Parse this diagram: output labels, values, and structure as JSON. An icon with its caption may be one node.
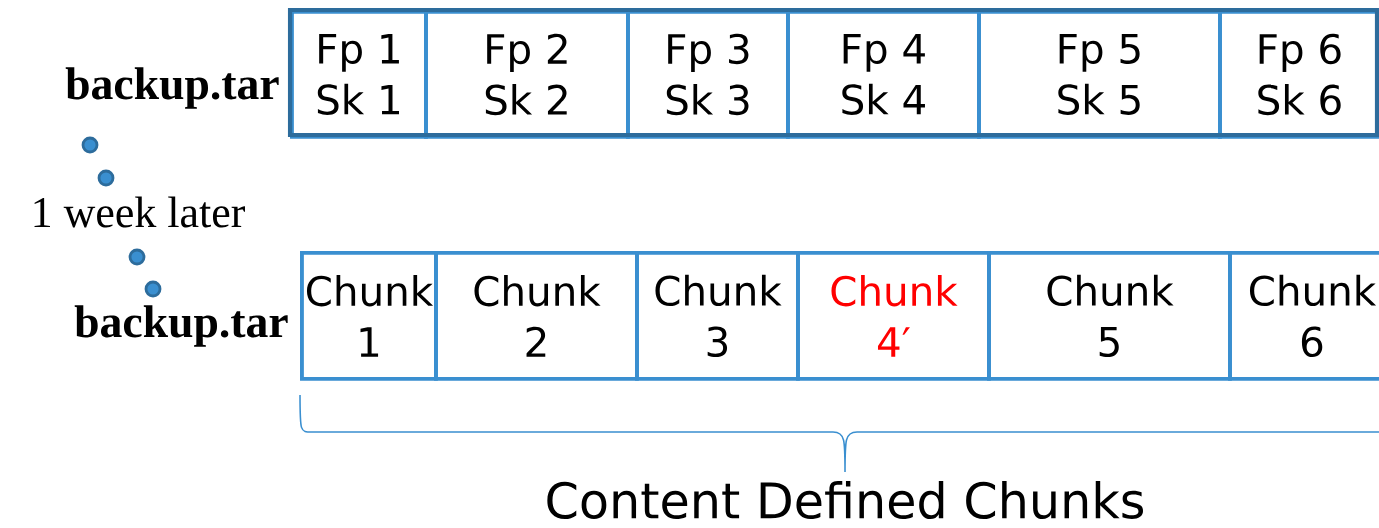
{
  "diagram": {
    "nodes": [
      {
        "text": [
          "Fp 1",
          "Sk 1"
        ]
      },
      {
        "text": [
          "Fp 2",
          "Sk 2"
        ]
      },
      {
        "text": [
          "Fp 3",
          "Sk 3"
        ]
      },
      {
        "text": [
          "Fp 4",
          "Sk 4"
        ]
      },
      {
        "text": [
          "Fp 5",
          "Sk 5"
        ]
      },
      {
        "text": [
          "Fp 6",
          "Sk 6"
        ]
      },
      {
        "text": [
          "Chunk 1"
        ]
      },
      {
        "text": [
          "Chunk 2"
        ]
      },
      {
        "text": [
          "Chunk 3"
        ]
      },
      {
        "text": [
          "Chunk 4′"
        ]
      },
      {
        "text": [
          "Chunk 5"
        ]
      },
      {
        "text": [
          "Chunk 6"
        ]
      }
    ],
    "labels": [
      "backup.tar",
      "1 week later",
      "backup.tar",
      "Content Defined Chunks"
    ]
  }
}
